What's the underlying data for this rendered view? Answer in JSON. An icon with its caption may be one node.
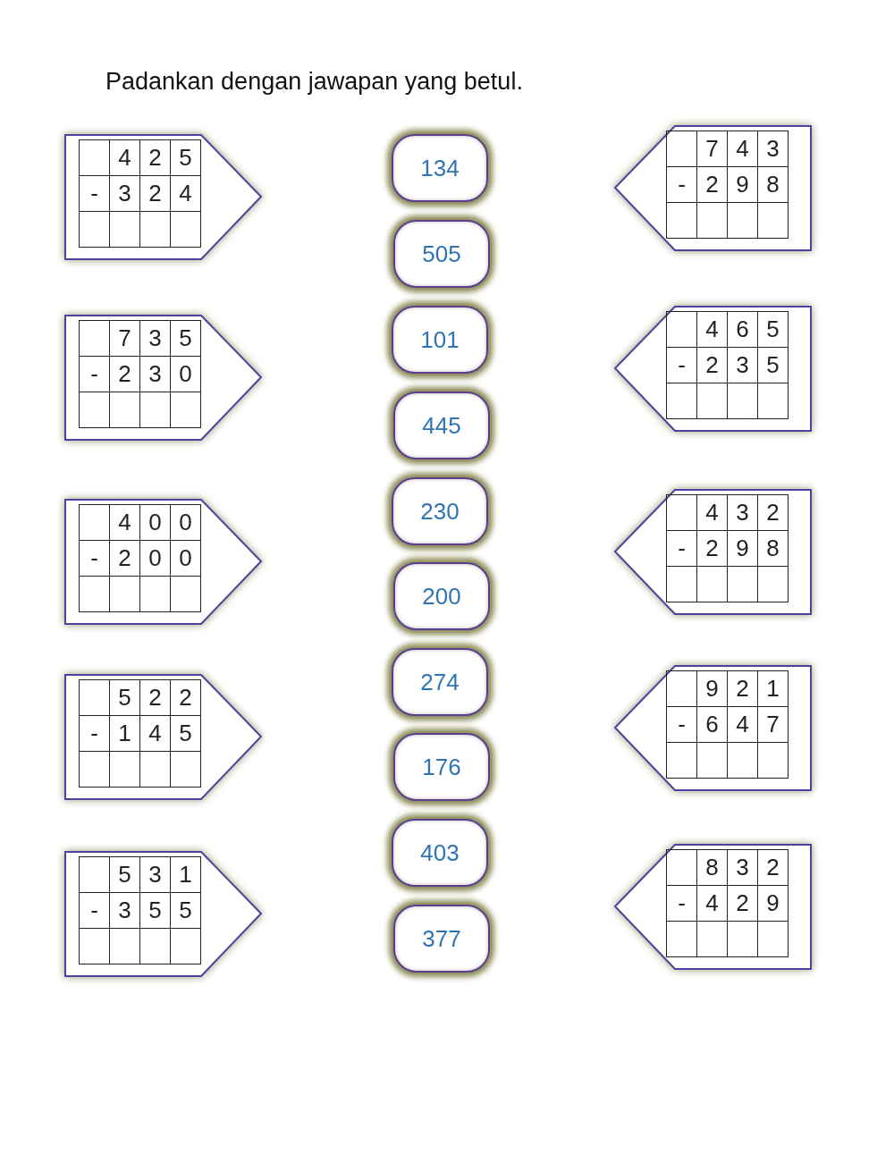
{
  "diagram": {
    "title": "Padankan dengan jawapan yang betul.",
    "nodes": [
      {
        "text": [
          "4",
          "2",
          "5",
          "-",
          "3",
          "2",
          "4"
        ]
      },
      {
        "text": [
          "7",
          "3",
          "5",
          "-",
          "2",
          "3",
          "0"
        ]
      },
      {
        "text": [
          "4",
          "0",
          "0",
          "-",
          "2",
          "0",
          "0"
        ]
      },
      {
        "text": [
          "5",
          "2",
          "2",
          "-",
          "1",
          "4",
          "5"
        ]
      },
      {
        "text": [
          "5",
          "3",
          "1",
          "-",
          "3",
          "5",
          "5"
        ]
      },
      {
        "text": [
          "134"
        ]
      },
      {
        "text": [
          "505"
        ]
      },
      {
        "text": [
          "101"
        ]
      },
      {
        "text": [
          "445"
        ]
      },
      {
        "text": [
          "230"
        ]
      },
      {
        "text": [
          "200"
        ]
      },
      {
        "text": [
          "274"
        ]
      },
      {
        "text": [
          "176"
        ]
      },
      {
        "text": [
          "403"
        ]
      },
      {
        "text": [
          "377"
        ]
      },
      {
        "text": [
          "7",
          "4",
          "3",
          "-",
          "2",
          "9",
          "8"
        ]
      },
      {
        "text": [
          "4",
          "6",
          "5",
          "-",
          "2",
          "3",
          "5"
        ]
      },
      {
        "text": [
          "4",
          "3",
          "2",
          "-",
          "2",
          "9",
          "8"
        ]
      },
      {
        "text": [
          "9",
          "2",
          "1",
          "-",
          "6",
          "4",
          "7"
        ]
      },
      {
        "text": [
          "8",
          "3",
          "2",
          "-",
          "4",
          "2",
          "9"
        ]
      }
    ]
  }
}
